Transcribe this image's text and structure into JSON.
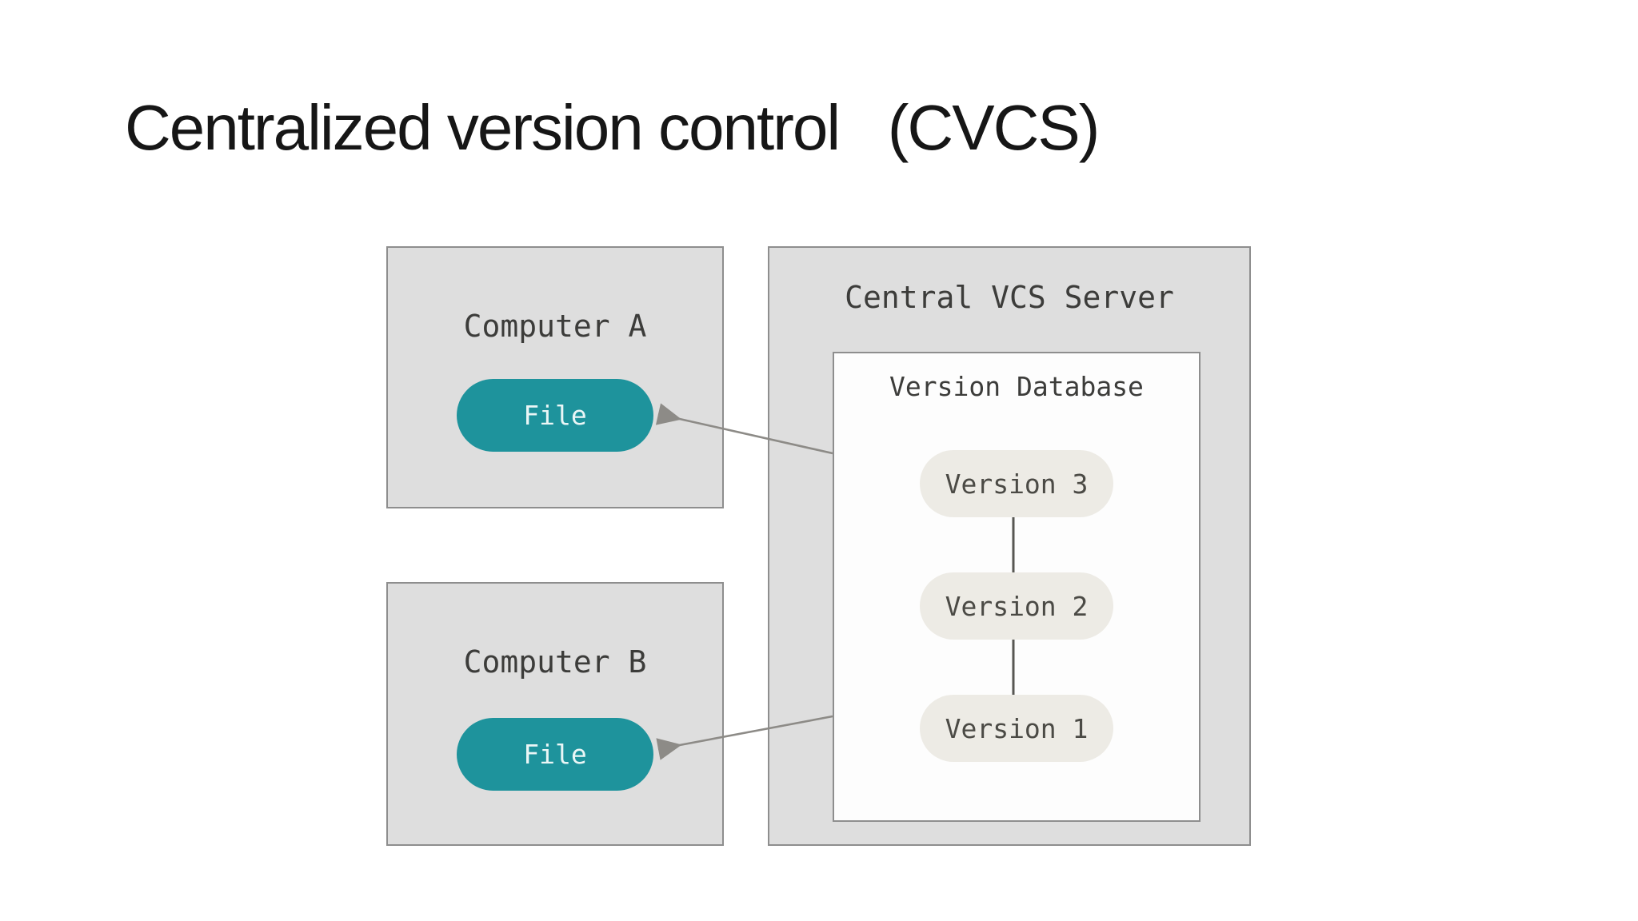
{
  "slide": {
    "title": "Centralized version control   (CVCS)"
  },
  "diagram": {
    "computer_a": {
      "label": "Computer A",
      "file_label": "File"
    },
    "computer_b": {
      "label": "Computer B",
      "file_label": "File"
    },
    "server": {
      "label": "Central VCS Server",
      "database": {
        "label": "Version Database",
        "versions": [
          {
            "label": "Version 3"
          },
          {
            "label": "Version 2"
          },
          {
            "label": "Version 1"
          }
        ]
      }
    },
    "arrows": [
      {
        "name": "server-to-file-a",
        "direction": "left-up"
      },
      {
        "name": "server-to-file-b",
        "direction": "left-down"
      }
    ]
  },
  "colors": {
    "slide_bg": "#ffffff",
    "title_text": "#161616",
    "box_fill": "#dedede",
    "box_border": "#8e8e8e",
    "white_fill": "#fdfdfd",
    "teal": "#1e939c",
    "teal_text": "#eaf6f6",
    "pill_fill": "#edebe5",
    "pill_text": "#4b4a45",
    "label_text": "#3c3c3a",
    "arrow": "#8d8b87",
    "connector": "#585753"
  }
}
